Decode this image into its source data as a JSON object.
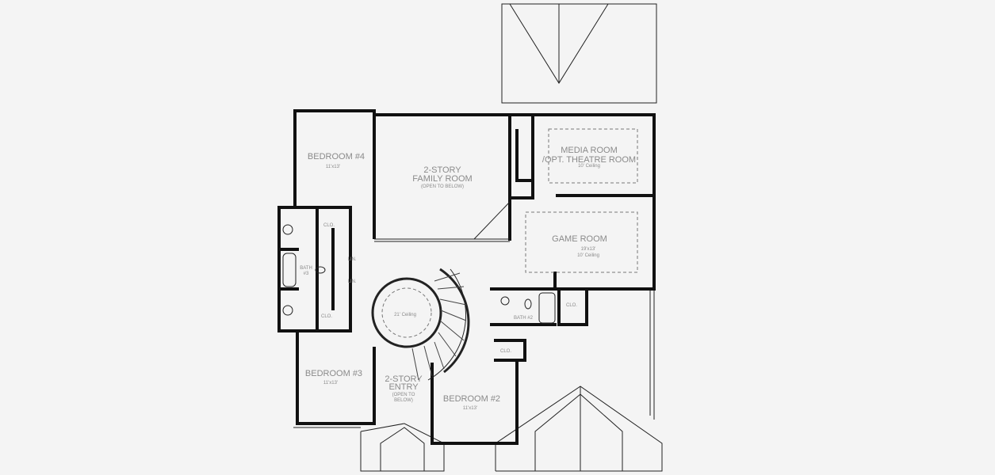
{
  "rooms": {
    "bedroom4": {
      "name": "BEDROOM #4",
      "size": "11'x13'"
    },
    "family": {
      "name1": "2-STORY",
      "name2": "FAMILY ROOM",
      "note": "(OPEN TO BELOW)"
    },
    "media": {
      "name1": "MEDIA ROOM",
      "name2": "/OPT. THEATRE ROOM",
      "ceiling": "10' Ceiling"
    },
    "game": {
      "name": "GAME ROOM",
      "size": "19'x13'",
      "ceiling": "10' Ceiling"
    },
    "bath3": {
      "name1": "BATH",
      "name2": "#3"
    },
    "closet": "CLO.",
    "linen": "LIN.",
    "rotunda": {
      "ceiling": "21' Ceiling"
    },
    "bath2": {
      "name": "BATH #2"
    },
    "bedroom3": {
      "name": "BEDROOM #3",
      "size": "11'x13'"
    },
    "entry": {
      "name1": "2-STORY",
      "name2": "ENTRY",
      "note1": "(OPEN TO",
      "note2": "BELOW)"
    },
    "bedroom2": {
      "name": "BEDROOM #2",
      "size": "11'x13'"
    }
  },
  "colors": {
    "wall": "#111111",
    "label": "#8a8a8a",
    "background": "#f4f4f4"
  }
}
